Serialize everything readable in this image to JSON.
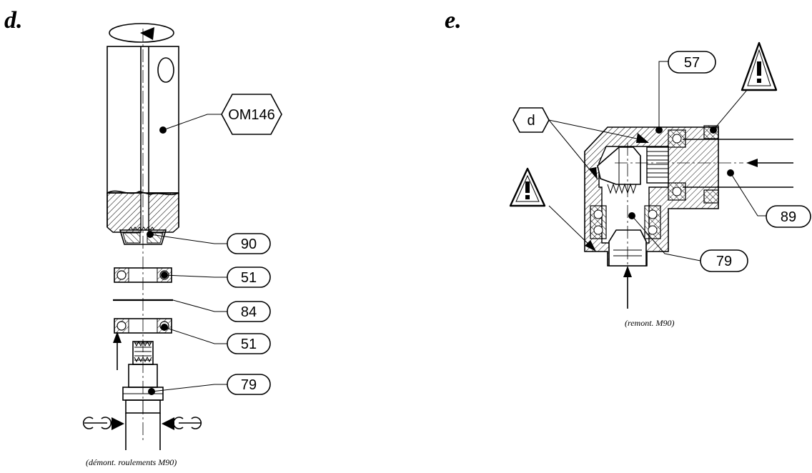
{
  "panels": [
    {
      "id": "d",
      "label": "d.",
      "caption": "(démont. roulements M90)"
    },
    {
      "id": "e",
      "label": "e.",
      "caption": "(remont. M90)"
    }
  ],
  "callouts_d": {
    "tool": "OM146",
    "ref_90": "90",
    "ref_51_top": "51",
    "ref_84": "84",
    "ref_51_bottom": "51",
    "ref_79": "79"
  },
  "callouts_e": {
    "tool": "d",
    "ref_57": "57",
    "ref_89": "89",
    "ref_79": "79"
  },
  "icons": {
    "warning": "warning-triangle-icon",
    "wrench": "wrench-icon",
    "rotation": "rotation-arrow-icon"
  }
}
